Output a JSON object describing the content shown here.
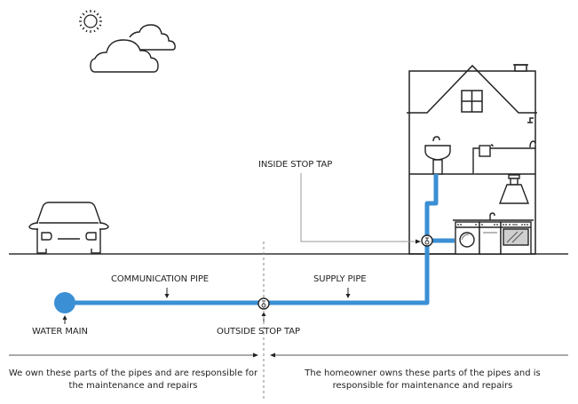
{
  "colors": {
    "pipe": "#3b8fd4",
    "line": "#222222",
    "ground": "#333333",
    "leader": "#999999",
    "appliance_fill": "#cfcfcf"
  },
  "labels": {
    "inside_stop_tap": "INSIDE STOP TAP",
    "communication_pipe": "COMMUNICATION PIPE",
    "supply_pipe": "SUPPLY PIPE",
    "water_main": "WATER MAIN",
    "outside_stop_tap": "OUTSIDE STOP TAP"
  },
  "ownership": {
    "left": "We own these parts of the pipes and are responsible for the maintenance and repairs",
    "right": "The homeowner owns these parts of the pipes and is responsible for maintenance and repairs"
  },
  "icons": [
    "sun-icon",
    "cloud-icon",
    "car-icon",
    "house-icon",
    "stop-tap-icon",
    "washing-machine-icon",
    "oven-icon",
    "sink-icon",
    "bath-icon",
    "lamp-icon"
  ]
}
